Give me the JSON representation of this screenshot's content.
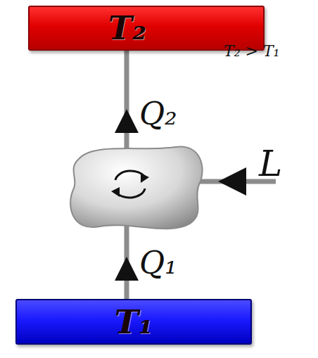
{
  "diagram": {
    "nodes": [
      {
        "text": [
          "T₂"
        ]
      },
      {
        "text": [
          "T₁"
        ]
      }
    ],
    "edges": [
      {
        "from": 1,
        "to": 0,
        "arrow": "to"
      }
    ],
    "labels": [
      "T₂ > T₁",
      "Q₂",
      "L",
      "Q₁"
    ]
  }
}
